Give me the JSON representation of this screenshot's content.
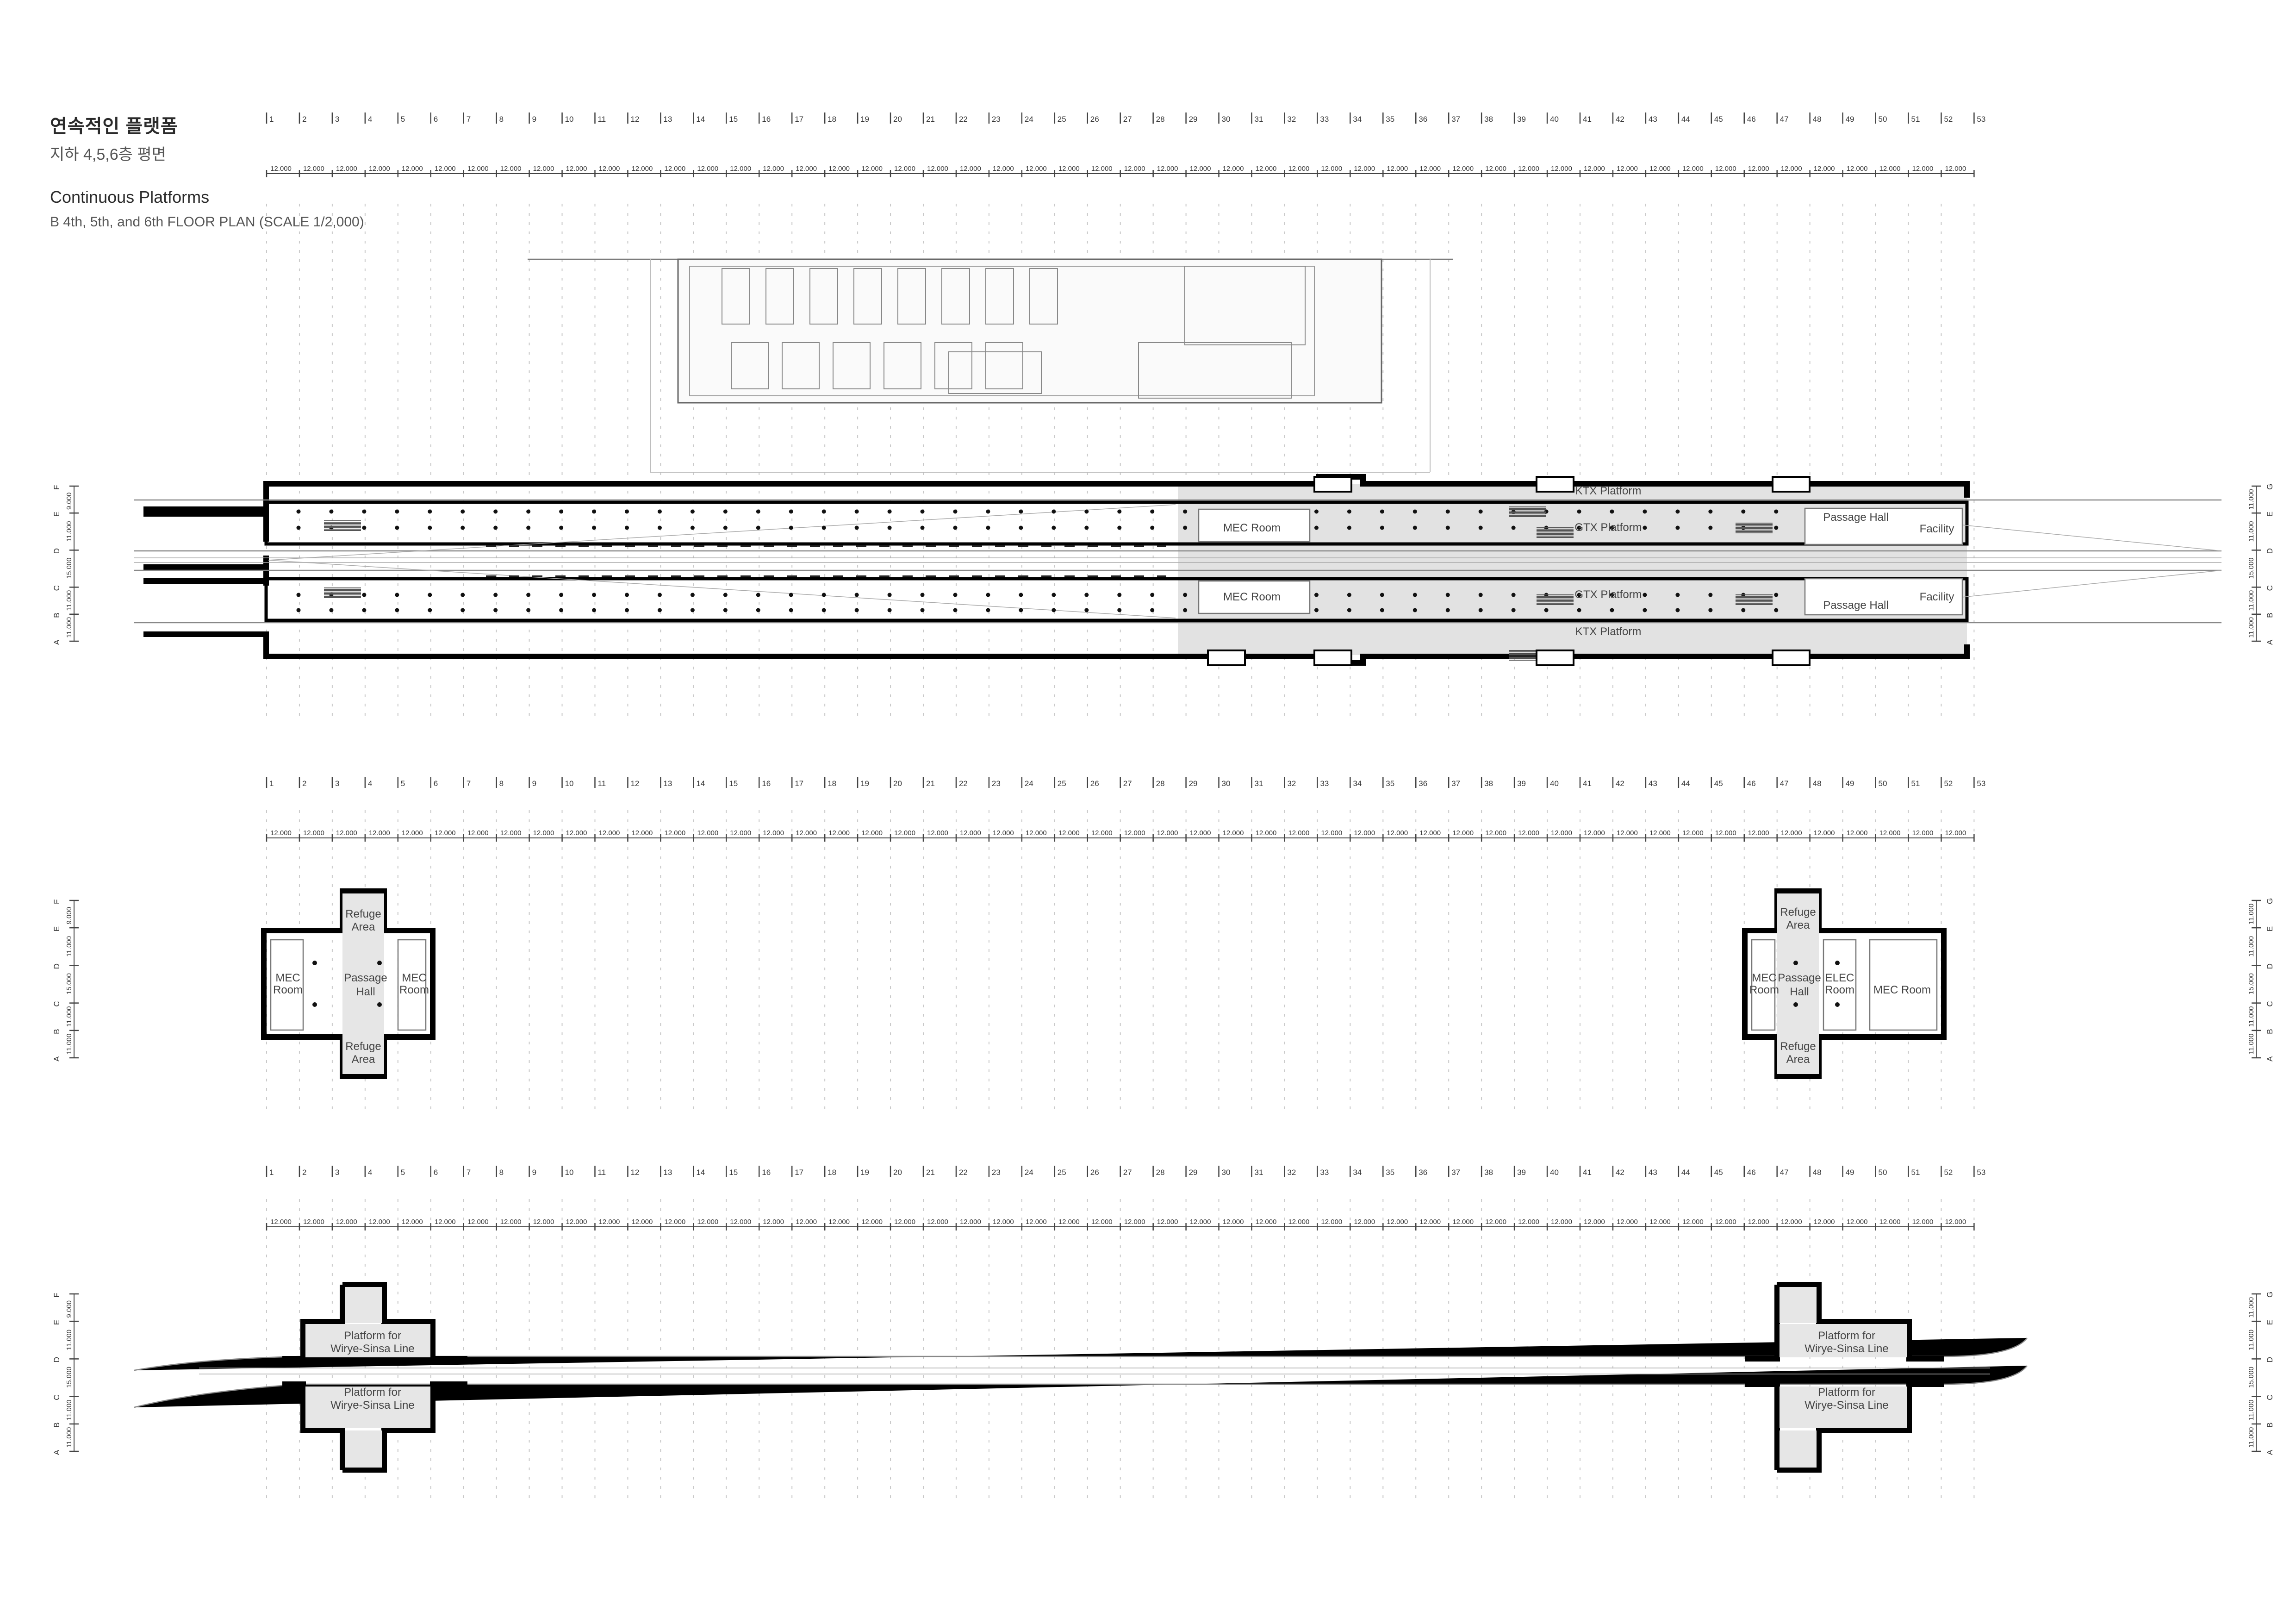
{
  "title": {
    "ko": "연속적인 플랫폼",
    "ko_sub": "지하 4,5,6층 평면",
    "en": "Continuous Platforms",
    "en_sub": "B 4th, 5th, and 6th FLOOR PLAN (SCALE 1/2,000)"
  },
  "grid": {
    "count": 53,
    "bay": "12.000",
    "rows_letters": [
      "A",
      "B",
      "C",
      "D",
      "E",
      "F"
    ],
    "rows_left_dims": [
      "11.000",
      "11.000",
      "15.000",
      "11.000",
      "9.000"
    ],
    "rows_right_letters": [
      "A",
      "B",
      "C",
      "D",
      "E",
      "G"
    ],
    "rows_right_dims": [
      "11.000",
      "11.000",
      "15.000",
      "11.000",
      "11.000"
    ]
  },
  "plan1": {
    "labels": {
      "ktx_top": "KTX Platform",
      "gtx_top": "GTX Platform",
      "gtx_bottom": "GTX Platform",
      "ktx_bottom": "KTX Platform",
      "mec_top": "MEC Room",
      "mec_bottom": "MEC Room",
      "passage_top": "Passage Hall",
      "passage_bottom": "Passage Hall",
      "facility_top": "Facility",
      "facility_bottom": "Facility"
    }
  },
  "plan2": {
    "left": {
      "refuge_top": [
        "Refuge",
        "Area"
      ],
      "refuge_bottom": [
        "Refuge",
        "Area"
      ],
      "mec_left": [
        "MEC",
        "Room"
      ],
      "passage": [
        "Passage",
        "Hall"
      ],
      "mec_right": [
        "MEC",
        "Room"
      ]
    },
    "right": {
      "refuge_top": [
        "Refuge",
        "Area"
      ],
      "refuge_bottom": [
        "Refuge",
        "Area"
      ],
      "mec_left": [
        "MEC",
        "Room"
      ],
      "passage": [
        "Passage",
        "Hall"
      ],
      "elec": [
        "ELEC",
        "Room"
      ],
      "mec_right": "MEC Room"
    }
  },
  "plan3": {
    "platform_label": [
      "Platform for",
      "Wirye-Sinsa Line"
    ]
  }
}
